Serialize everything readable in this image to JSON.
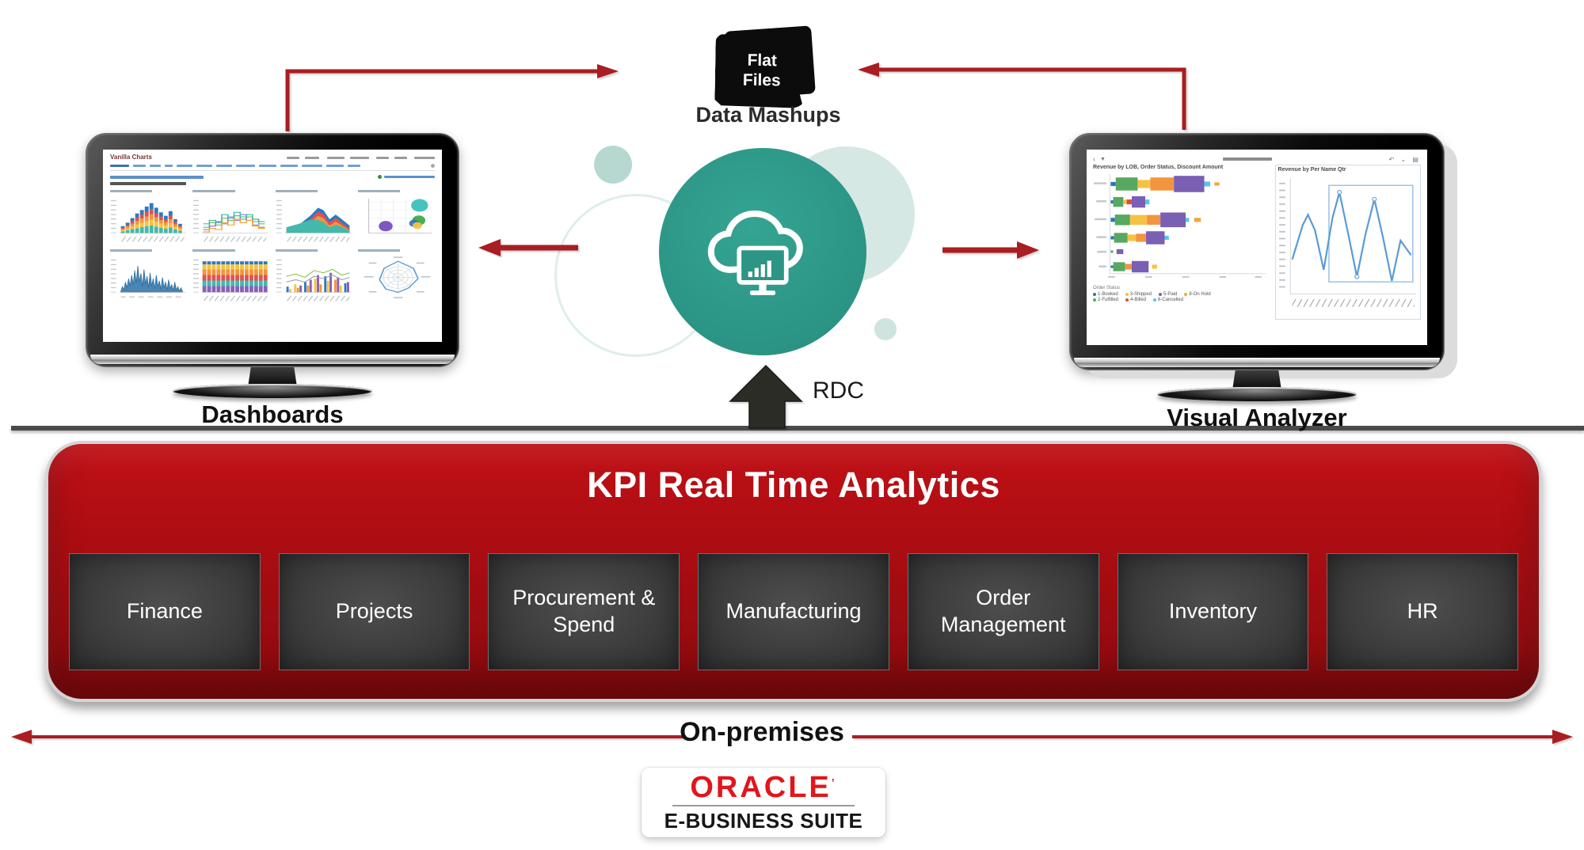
{
  "header": {
    "flat_files_line1": "Flat",
    "flat_files_line2": "Files",
    "data_mashups_label": "Data Mashups"
  },
  "cloud": {
    "rdc_label": "RDC"
  },
  "monitors": {
    "dashboards": {
      "label": "Dashboards",
      "screen_title": "Vanilla Charts"
    },
    "visual_analyzer": {
      "label": "Visual Analyzer",
      "left_chart_title": "Revenue by LOB, Order Status, Discount Amount",
      "right_chart_title": "Revenue by Per Name Qtr",
      "legend_title": "Order Status",
      "legend_rows": [
        [
          {
            "label": "1-Booked",
            "color": "#2e75b6"
          },
          {
            "label": "3-Shipped",
            "color": "#f5c243"
          },
          {
            "label": "5-Paid",
            "color": "#7a5fb5"
          },
          {
            "label": "8-On Hold",
            "color": "#f2a63a"
          }
        ],
        [
          {
            "label": "2-Fulfilled",
            "color": "#57a860"
          },
          {
            "label": "4-Billed",
            "color": "#e04b3f"
          },
          {
            "label": "6-Cancelled",
            "color": "#53c7ea"
          }
        ]
      ]
    }
  },
  "kpi": {
    "title": "KPI Real Time Analytics",
    "modules": [
      "Finance",
      "Projects",
      "Procurement & Spend",
      "Manufacturing",
      "Order Management",
      "Inventory",
      "HR"
    ]
  },
  "footer": {
    "on_premises_label": "On-premises",
    "oracle_logo": "ORACLE",
    "oracle_trademark": "’",
    "oracle_product": "E-BUSINESS SUITE"
  },
  "colors": {
    "arrow_red": "#a81e22",
    "kpi_red": "#a80d12",
    "cloud_teal": "#2c9585",
    "module_gray": "#3b3b3b",
    "oracle_red": "#e1161c"
  }
}
